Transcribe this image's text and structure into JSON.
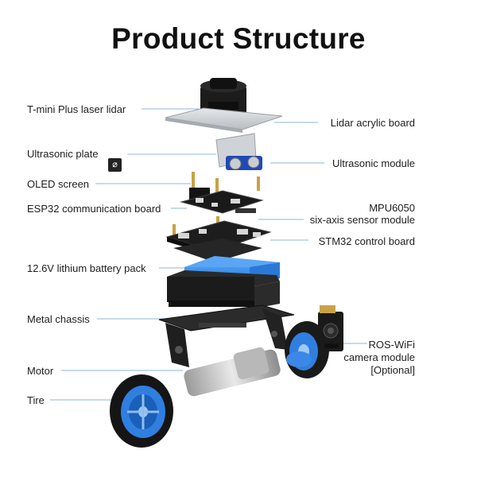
{
  "title": "Product Structure",
  "labels_left": {
    "lidar": "T-mini Plus laser lidar",
    "ultrasonic_plate": "Ultrasonic plate",
    "oled": "OLED screen",
    "esp32": "ESP32 communication board",
    "battery": "12.6V lithium battery pack",
    "chassis": "Metal chassis",
    "motor": "Motor",
    "tire": "Tire"
  },
  "labels_right": {
    "acrylic": "Lidar acrylic board",
    "ultrasonic_module": "Ultrasonic module",
    "mpu_line1": "MPU6050",
    "mpu_line2": "six-axis sensor module",
    "stm32": "STM32 control board",
    "rosw_line1": "ROS-WiFi",
    "rosw_line2": "camera module",
    "rosw_line3": "[Optional]"
  },
  "icon": "crossed-circle-icon",
  "colors": {
    "leader": "#8fb6dc",
    "wheel_blue": "#2f7fe0",
    "battery_blue": "#2f86e8",
    "dark": "#222222"
  }
}
